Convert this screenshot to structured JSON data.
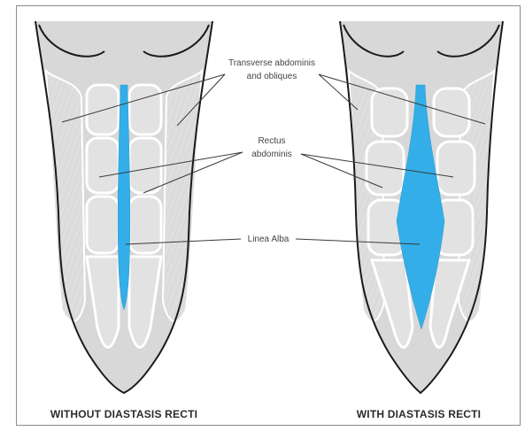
{
  "labels": {
    "transverse_line1": "Transverse abdominis",
    "transverse_line2": "and obliques",
    "rectus_line1": "Rectus",
    "rectus_line2": "abdominis",
    "linea_alba": "Linea Alba"
  },
  "captions": {
    "left": "WITHOUT DIASTASIS RECTI",
    "right": "WITH DIASTASIS RECTI"
  },
  "colors": {
    "linea_alba": "#33aee8",
    "muscle": "#dcdcdc",
    "outline": "#1a1a1a"
  }
}
